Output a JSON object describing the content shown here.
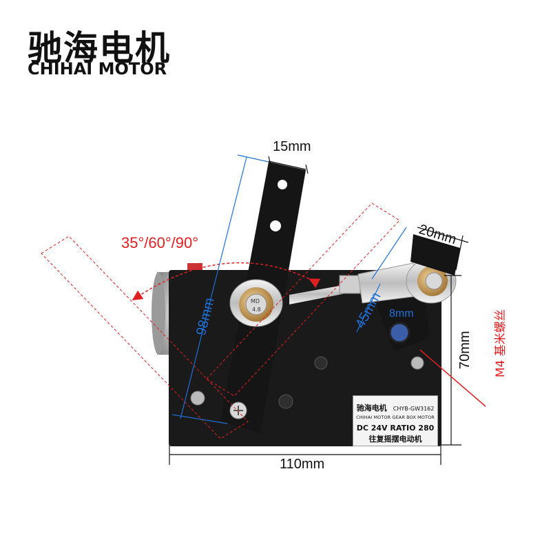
{
  "brand": {
    "name_cn": "驰海电机",
    "name_en": "CHIHAI MOTOR"
  },
  "dimensions": {
    "arm_width": "15mm",
    "link_width": "20mm",
    "arm_length": "98mm",
    "link_length": "45mm",
    "shaft_diameter": "8mm",
    "height": "70mm",
    "width": "110mm"
  },
  "swing_angle": "35°/60°/90°",
  "screw_note": "M4 基米螺丝",
  "rod_end_marking": {
    "line1": "MD",
    "line2": "4.8"
  },
  "label_plate": {
    "brand_cn": "驰海电机",
    "model": "CHYB-GW3162",
    "brand_en": "CHIHAI MOTOR GEAR BOX MOTOR",
    "spec": "DC 24V RATIO 280",
    "type_cn": "往复摇摆电动机"
  },
  "colors": {
    "dimension_blue": "#1f6fd6",
    "annotation_red": "#e02020",
    "plate_black": "#111111"
  }
}
